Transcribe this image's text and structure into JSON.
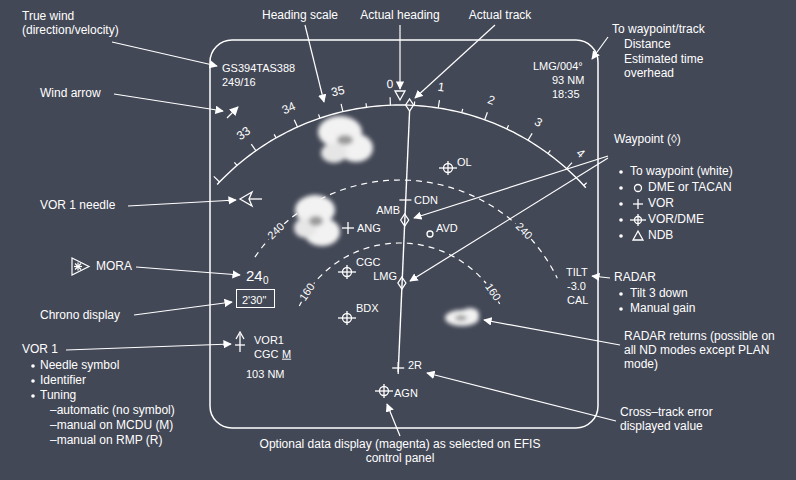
{
  "diagram": {
    "nodes": [
      {
        "text": [
          "2'30\""
        ]
      }
    ],
    "labels": [
      "True wind (direction/velocity)",
      "Wind arrow",
      "Heading scale",
      "Actual heading",
      "Actual track",
      "To waypoint/track",
      "Distance",
      "Estimated time overhead",
      "VOR 1 needle",
      "MORA",
      "Chrono display",
      "VOR 1",
      "Needle symbol",
      "Identifier",
      "Tuning",
      "–automatic (no symbol)",
      "–manual on MCDU (M)",
      "–manual on RMP (R)",
      "Waypoint (◊)",
      "To waypoint (white)",
      "DME or TACAN",
      "VOR",
      "VOR/DME",
      "NDB",
      "RADAR",
      "Tilt 3 down",
      "Manual gain",
      "RADAR returns (possible on all ND modes except PLAN mode)",
      "Cross–track error displayed value",
      "Optional data display (magenta) as selected on EFIS control panel",
      "GS394TAS388",
      "249/16",
      "LMG/004°",
      "93 NM",
      "18:35",
      "33",
      "34",
      "35",
      "0",
      "1",
      "2",
      "3",
      "4",
      "CDN",
      "ANG",
      "AMB",
      "OL",
      "AVD",
      "CGC",
      "LMG",
      "BDX",
      "AGN",
      "2R",
      "240",
      "160",
      "240",
      "160",
      "TILT",
      "-3.0",
      "CAL",
      "24",
      "0",
      "VOR1",
      "CGC",
      "M",
      "103 NM"
    ]
  }
}
